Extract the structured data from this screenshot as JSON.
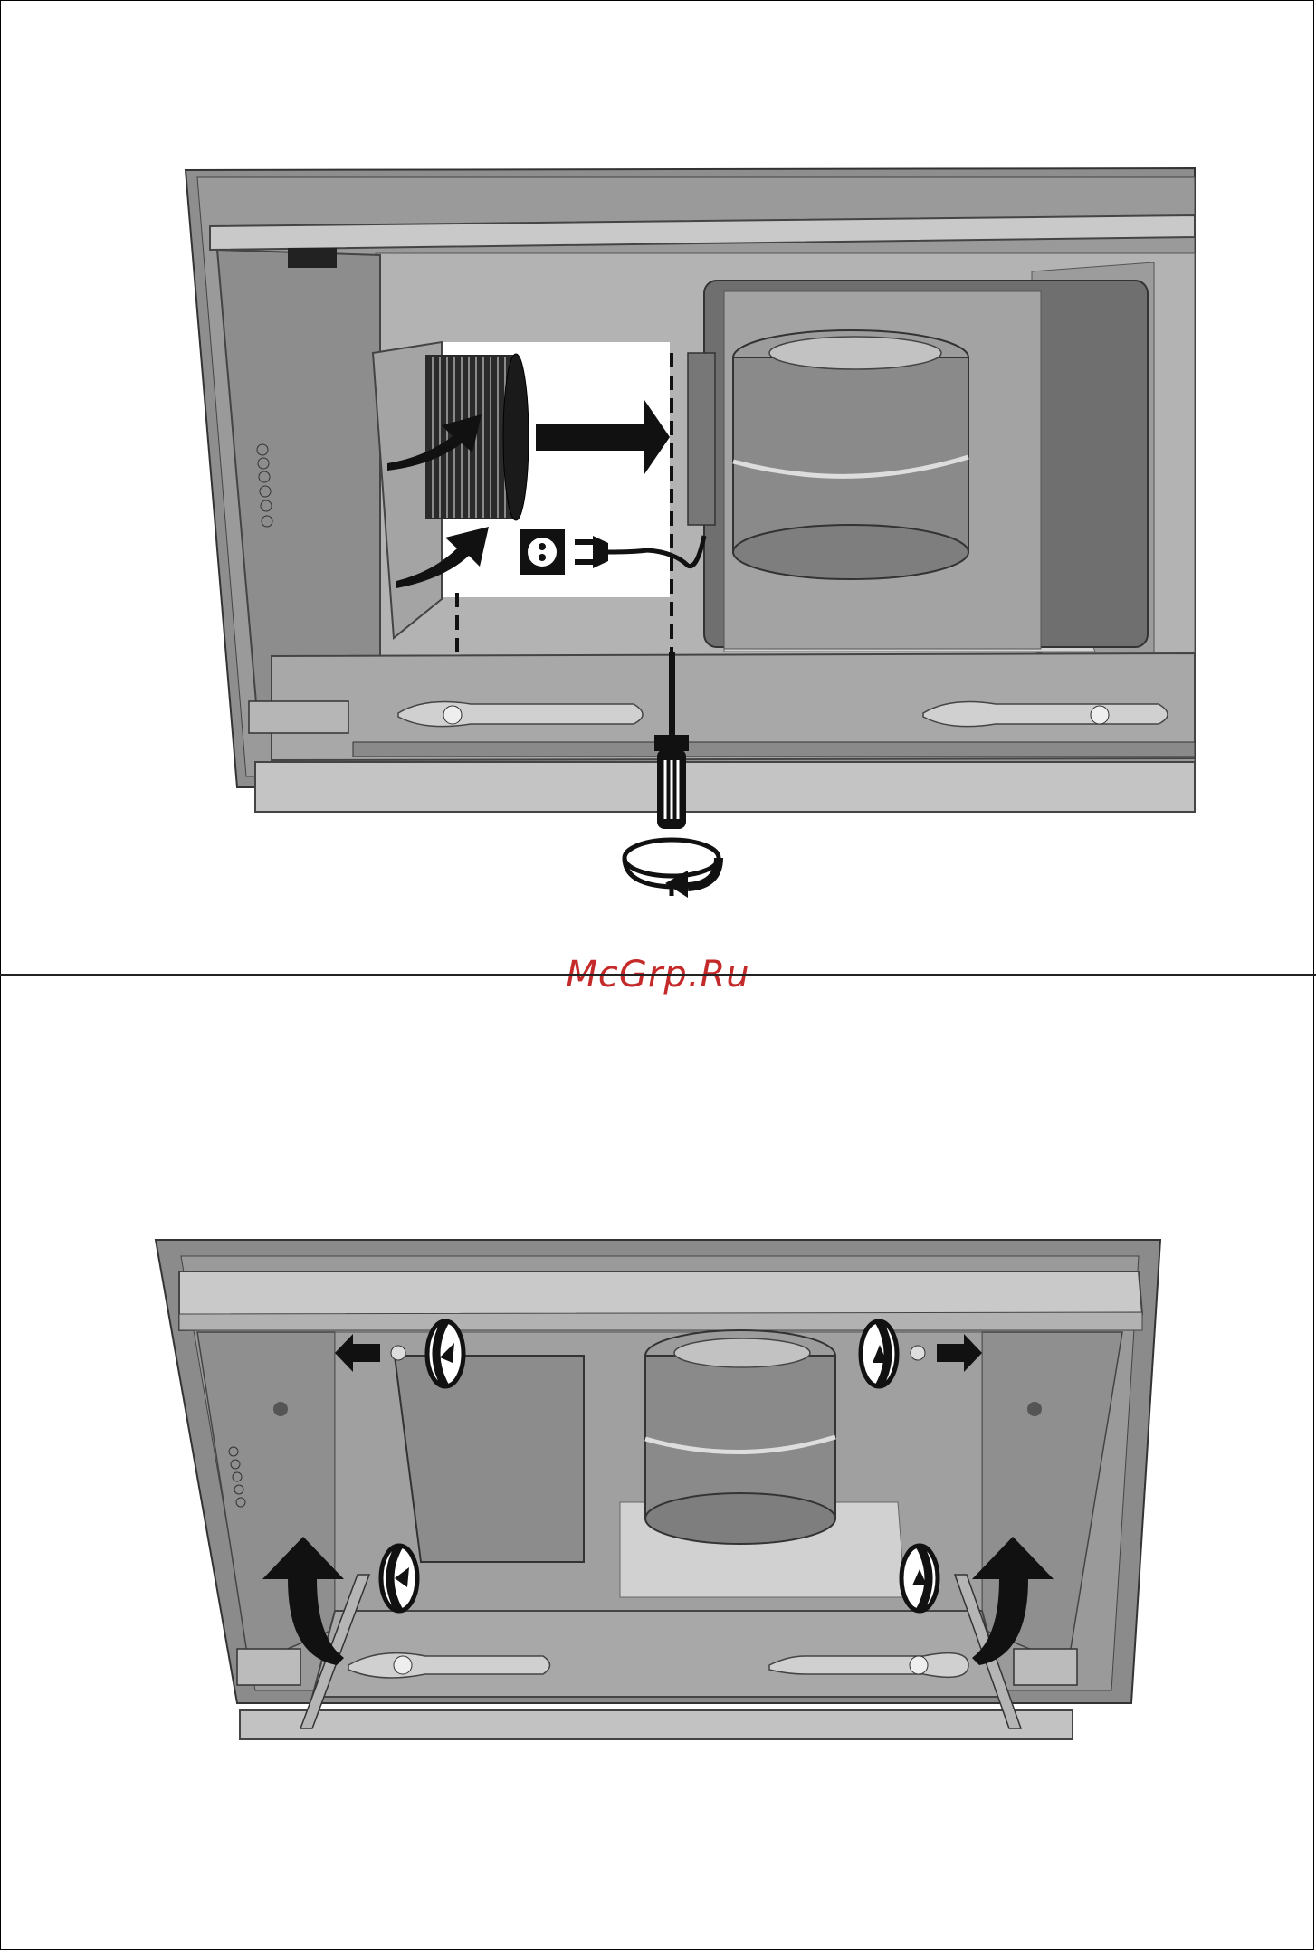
{
  "watermark": {
    "text": "McGrp.Ru"
  },
  "colors": {
    "frame_dark": "#6e6e6e",
    "frame_mid": "#8c8c8c",
    "panel_light": "#a8a8a8",
    "panel_lighter": "#bdbdbd",
    "arrow": "#111111"
  },
  "steps": [
    {
      "id": "remove-motor-duct-unplug-unscrew",
      "icons": [
        "duct-hose",
        "plug-socket-icon",
        "screwdriver-icon",
        "rotate-icon"
      ]
    },
    {
      "id": "release-screws-lift-frame",
      "icons": [
        "rotate-icon",
        "arrow-left-icon",
        "arrow-right-icon",
        "lift-arrow-icon"
      ]
    }
  ]
}
